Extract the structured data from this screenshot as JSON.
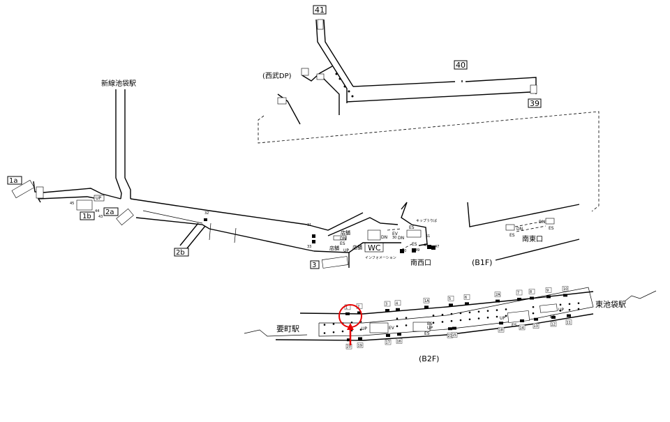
{
  "stations": {
    "shinsen_ikebukuro": "新線池袋駅",
    "kanamecho": "要町駅",
    "higashi_ikebukuro": "東池袋駅",
    "seibu_dp": "(西武DP)"
  },
  "floors": {
    "b1f": "(B1F)",
    "b2f": "(B2F)"
  },
  "exits": {
    "e41": "41",
    "e40": "40",
    "e39": "39",
    "e1a": "1a",
    "e1b": "1b",
    "e2a": "2a",
    "e2b": "2b",
    "e3": "3"
  },
  "areas": {
    "southwest": "南西口",
    "southeast": "南東口",
    "wc": "WC",
    "shop": "店舗",
    "info": "インフォメーション",
    "kippu": "キップうりば"
  },
  "marks": {
    "up": "UP",
    "dn": "DN",
    "es": "ES",
    "ev": "EV"
  },
  "small_labels_b1": [
    "45",
    "44",
    "43",
    "32",
    "31",
    "33",
    "30",
    "50",
    "49",
    "48",
    "47",
    "51"
  ],
  "b2f_top_labels": [
    "1",
    "2",
    "3",
    "4",
    "1A",
    "5",
    "6",
    "2A",
    "7",
    "8",
    "9",
    "10"
  ],
  "b2f_bottom_labels": [
    "20",
    "19",
    "17",
    "16",
    "23",
    "15",
    "18",
    "14",
    "13",
    "12",
    "11"
  ],
  "highlight_color": "#e60000"
}
